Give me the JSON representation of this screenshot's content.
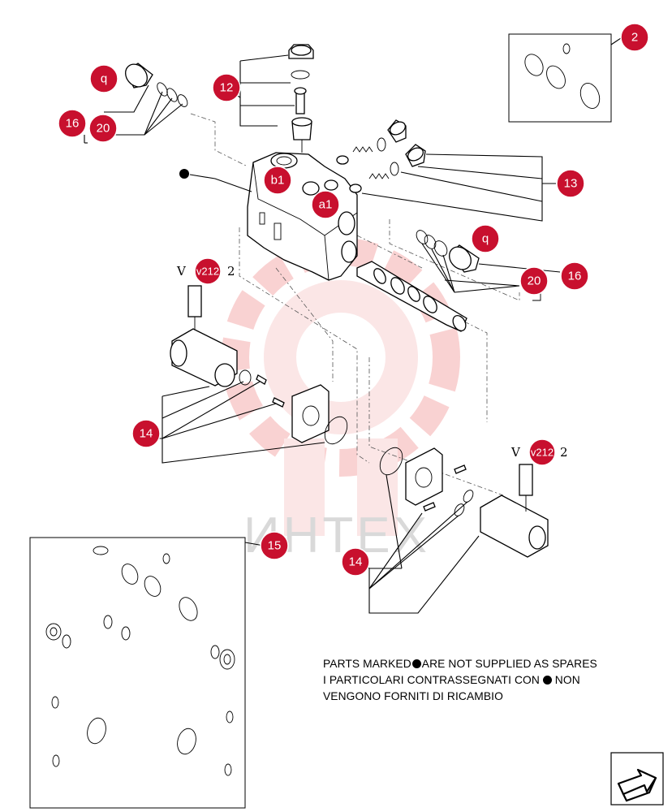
{
  "diagram": {
    "callouts": {
      "q_top": "q",
      "c16_top": "16",
      "c20_top": "20",
      "c12": "12",
      "c2": "2",
      "b1": "b1",
      "a1": "a1",
      "c13": "13",
      "q_right": "q",
      "c20_right": "20",
      "c16_right": "16",
      "v_left_badge": "v212",
      "v_right_badge": "v212",
      "c14_left": "14",
      "c14_right": "14",
      "c15": "15"
    },
    "vref_left": {
      "prefix": "V",
      "suffix": "2"
    },
    "vref_right": {
      "prefix": "V",
      "suffix": "2"
    },
    "watermark": "ИНТЕХ",
    "note_lines": [
      "PARTS MARKED",
      "ARE NOT SUPPLIED AS SPARES",
      "I PARTICOLARI  CONTRASSEGNATI  CON",
      "NON",
      "VENGONO FORNITI DI RICAMBIO"
    ],
    "colors": {
      "callout": "#c8102e",
      "watermark": "#f4b8b8"
    },
    "icons": [
      "return-arrow-icon",
      "bullet-dot-icon"
    ]
  }
}
